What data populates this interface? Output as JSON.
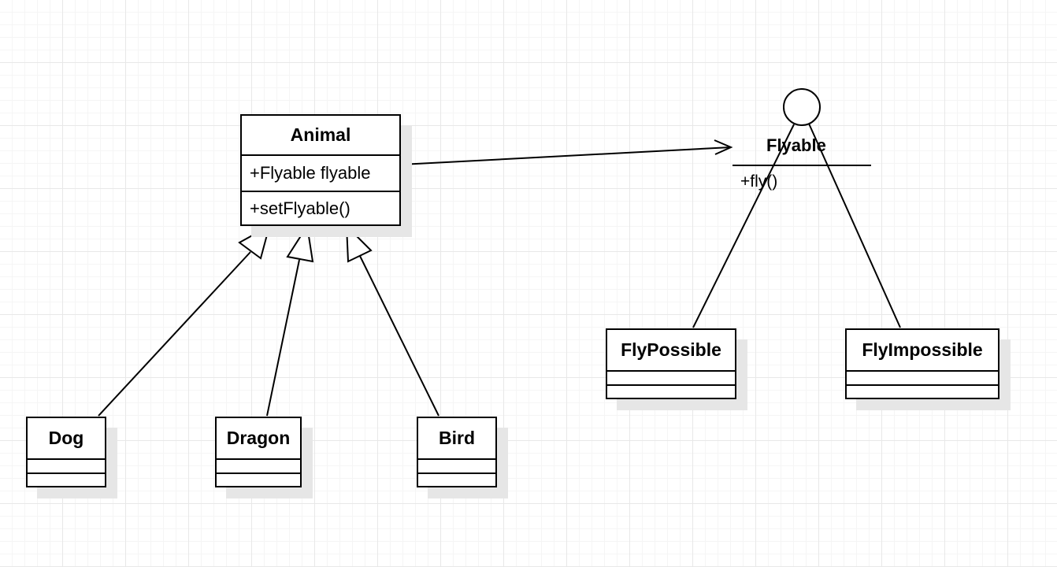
{
  "diagram": {
    "animal": {
      "name": "Animal",
      "attribute": "+Flyable flyable",
      "operation": "+setFlyable()"
    },
    "flyable": {
      "name": "Flyable",
      "operation": "+fly()"
    },
    "fly_possible": {
      "name": "FlyPossible"
    },
    "fly_impossible": {
      "name": "FlyImpossible"
    },
    "dog": {
      "name": "Dog"
    },
    "dragon": {
      "name": "Dragon"
    },
    "bird": {
      "name": "Bird"
    }
  }
}
